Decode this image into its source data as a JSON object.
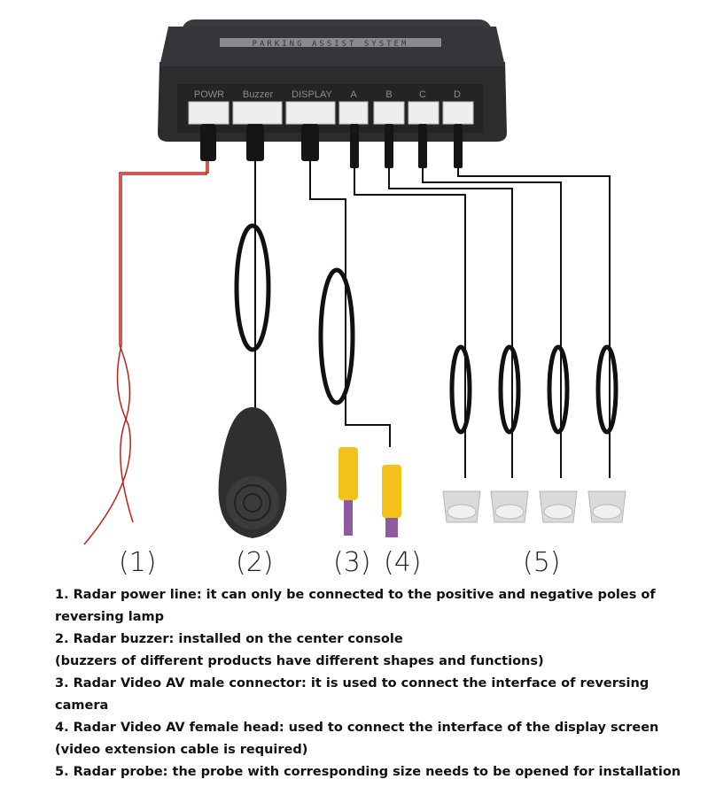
{
  "device": {
    "panel_text": "PARKING ASSIST SYSTEM",
    "ports": [
      "POWR",
      "Buzzer",
      "DISPLAY",
      "A",
      "B",
      "C",
      "D"
    ]
  },
  "callouts": [
    "(1)",
    "(2)",
    "(3)",
    "(4)",
    "(5)"
  ],
  "notes": [
    "1. Radar power line: it can only be connected to the positive and negative poles of",
    "reversing lamp",
    "2. Radar buzzer: installed on the center console",
    "(buzzers of different products have different shapes and functions)",
    "3. Radar Video AV male connector: it is used to connect the interface of reversing",
    "camera",
    "4. Radar Video AV female head: used to connect the interface of the display screen",
    "(video extension cable is required)",
    "5. Radar probe: the probe with corresponding size needs to be opened for installation"
  ],
  "colors": {
    "housing": "#2b2c2e",
    "cable": "#111111",
    "power_wire": "#c0201a",
    "rca": "#f2c21a",
    "probe": "#d9dadc"
  }
}
